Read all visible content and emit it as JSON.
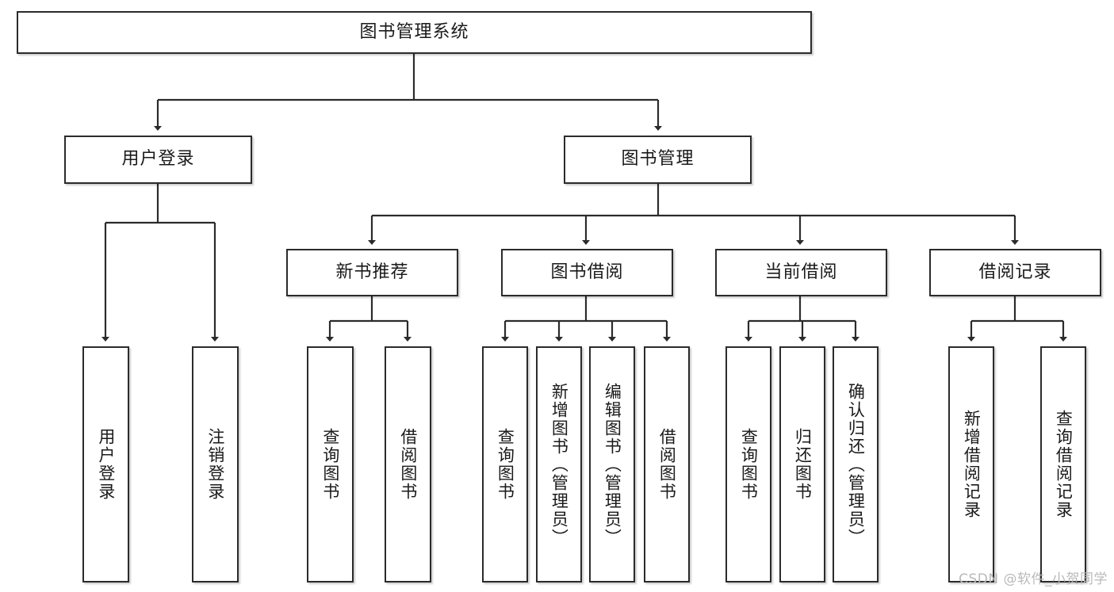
{
  "diagram": {
    "title": "图书管理系统",
    "watermark": "CSDN @软件_小贺同学",
    "root": {
      "label": "图书管理系统"
    },
    "level1": [
      {
        "label": "用户登录"
      },
      {
        "label": "图书管理"
      }
    ],
    "level2": [
      {
        "label": "新书推荐"
      },
      {
        "label": "图书借阅"
      },
      {
        "label": "当前借阅"
      },
      {
        "label": "借阅记录"
      }
    ],
    "leaves": {
      "user_login": [
        {
          "label": "用户登录"
        },
        {
          "label": "注销登录"
        }
      ],
      "new_book_recommend": [
        {
          "label": "查询图书"
        },
        {
          "label": "借阅图书"
        }
      ],
      "book_borrow": [
        {
          "label": "查询图书"
        },
        {
          "label": "新增图书（管理员）"
        },
        {
          "label": "编辑图书（管理员）"
        },
        {
          "label": "借阅图书"
        }
      ],
      "current_borrow": [
        {
          "label": "查询图书"
        },
        {
          "label": "归还图书"
        },
        {
          "label": "确认归还（管理员）"
        }
      ],
      "borrow_record": [
        {
          "label": "新增借阅记录"
        },
        {
          "label": "查询借阅记录"
        }
      ]
    },
    "colors": {
      "stroke": "#2b2b2b",
      "background": "#ffffff",
      "text": "#1a1a1a",
      "watermark": "#b9b9b9"
    }
  }
}
